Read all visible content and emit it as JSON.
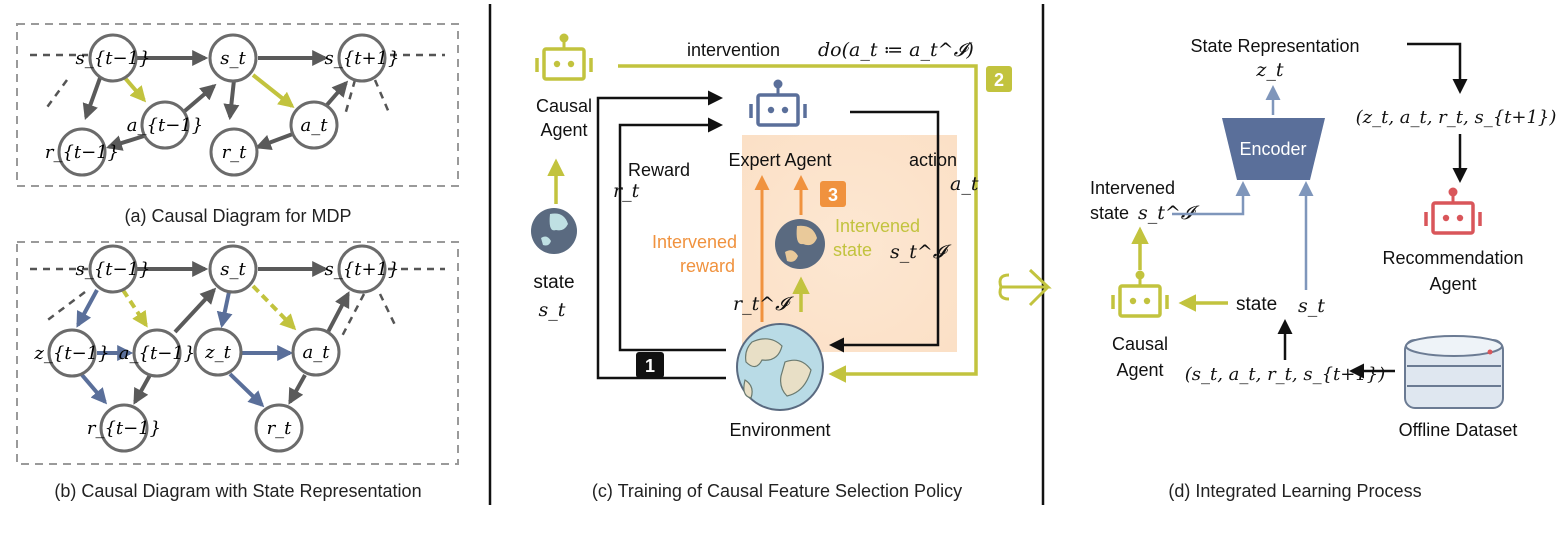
{
  "panels": {
    "a": {
      "caption": "(a) Causal Diagram for MDP",
      "nodes": {
        "s_prev": "s_{t−1}",
        "s_t": "s_t",
        "s_next": "s_{t+1}",
        "a_prev": "a_{t−1}",
        "a_t": "a_t",
        "r_prev": "r_{t−1}",
        "r_t": "r_t"
      }
    },
    "b": {
      "caption": "(b) Causal Diagram with State Representation",
      "nodes": {
        "s_prev": "s_{t−1}",
        "s_t": "s_t",
        "s_next": "s_{t+1}",
        "z_prev": "z_{t−1}",
        "a_prev": "a_{t−1}",
        "z_t": "z_t",
        "a_t": "a_t",
        "r_prev": "r_{t−1}",
        "r_t": "r_t"
      }
    },
    "c": {
      "caption": "(c) Training of Causal Feature Selection Policy",
      "intervention": "intervention",
      "do_expr": "do(a_t ≔ a_t^𝓘)",
      "causal_agent_1": "Causal",
      "causal_agent_2": "Agent",
      "expert_agent": "Expert Agent",
      "reward": "Reward",
      "r_t": "r_t",
      "action": "action",
      "a_t": "a_t",
      "state": "state",
      "s_t": "s_t",
      "intervened_reward_1": "Intervened",
      "intervened_reward_2": "reward",
      "r_t_i": "r_t^𝓘",
      "intervened_state_1": "Intervened",
      "intervened_state_2": "state",
      "s_t_i": "s_t^𝓘",
      "environment": "Environment",
      "badge1": "1",
      "badge2": "2",
      "badge3": "3"
    },
    "d": {
      "caption": "(d) Integrated Learning Process",
      "state_representation": "State Representation",
      "z_t": "z_t",
      "encoder": "Encoder",
      "tuple_z": "(z_t, a_t, r_t, s_{t+1})",
      "intervened_1": "Intervened",
      "intervened_2": "state",
      "s_t_i": "s_t^𝓘",
      "recommendation_1": "Recommendation",
      "recommendation_2": "Agent",
      "state": "state",
      "s_t": "s_t",
      "causal_agent_1": "Causal",
      "causal_agent_2": "Agent",
      "tuple_s": "(s_t, a_t, r_t, s_{t+1})",
      "offline_dataset": "Offline Dataset"
    }
  },
  "colors": {
    "olive": "#c2c33e",
    "blue": "#5a6f9a",
    "orange": "#f0923e",
    "red": "#d9565a",
    "dark": "#5a5a5a"
  }
}
